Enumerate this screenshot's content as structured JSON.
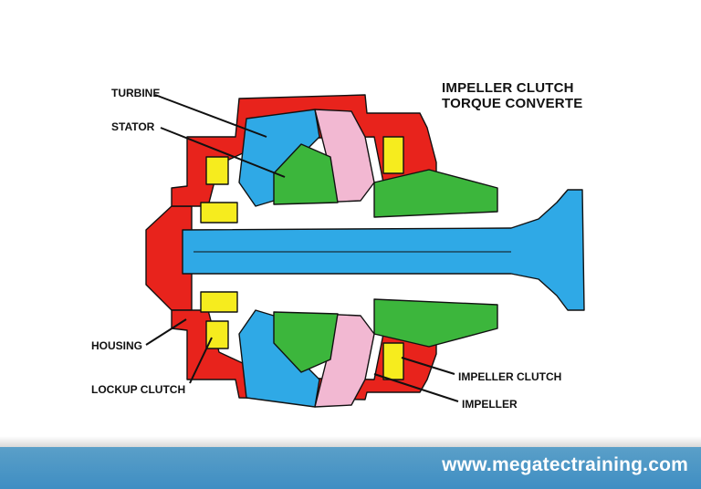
{
  "title": {
    "line1": "IMPELLER CLUTCH",
    "line2": "TORQUE CONVERTE"
  },
  "labels": {
    "turbine": "TURBINE",
    "stator": "STATOR",
    "housing": "HOUSING",
    "lockup_clutch": "LOCKUP CLUTCH",
    "impeller_clutch": "IMPELLER CLUTCH",
    "impeller": "IMPELLER"
  },
  "footer": {
    "website": "www.megatectraining.com"
  },
  "colors": {
    "housing": "#e8231c",
    "turbine": "#2fa9e6",
    "stator": "#3cb63c",
    "impeller": "#f2b8d2",
    "clutch": "#f6ec1e",
    "footer": "#4a95c6"
  }
}
